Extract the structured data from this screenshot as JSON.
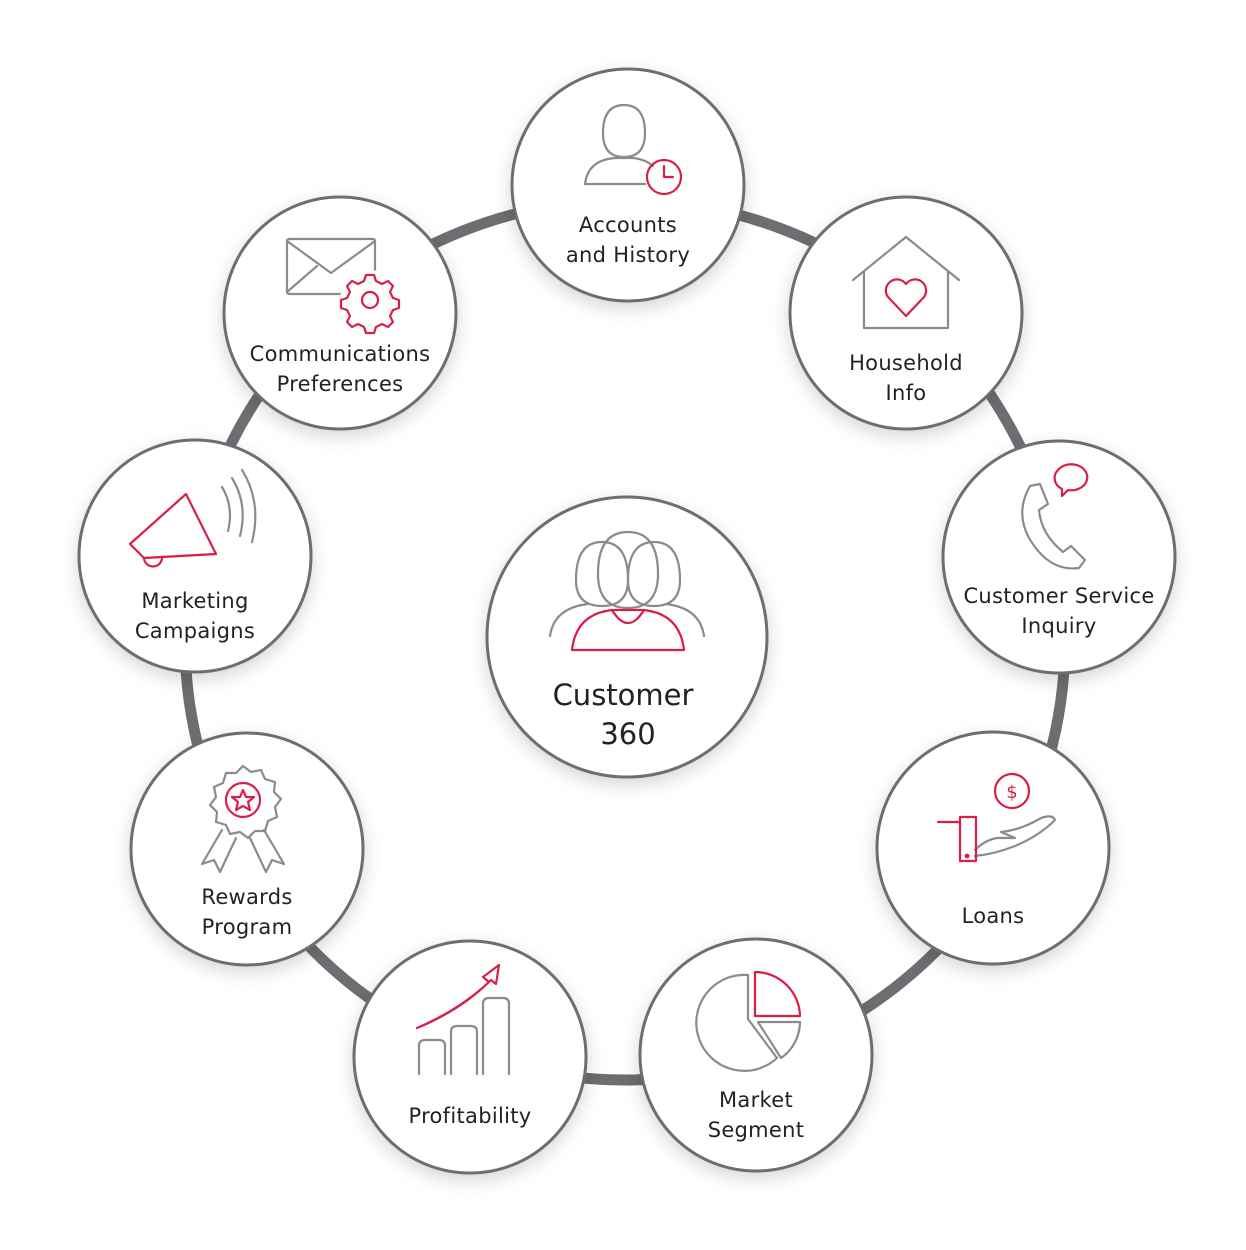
{
  "colors": {
    "ring": "#6d6e71",
    "icon_gray": "#8a8b8e",
    "icon_red": "#d91e48",
    "text": "#222222"
  },
  "center": {
    "line1": "Customer",
    "line2": "360",
    "icon": "customer-group-icon"
  },
  "nodes": {
    "accounts": {
      "line1": "Accounts",
      "line2": "and History",
      "icon": "user-clock-icon"
    },
    "household": {
      "line1": "Household",
      "line2": "Info",
      "icon": "house-heart-icon"
    },
    "service": {
      "line1": "Customer Service",
      "line2": "Inquiry",
      "icon": "phone-chat-icon"
    },
    "loans": {
      "line1": "Loans",
      "icon": "hand-dollar-icon"
    },
    "market": {
      "line1": "Market",
      "line2": "Segment",
      "icon": "pie-chart-icon"
    },
    "profit": {
      "line1": "Profitability",
      "icon": "growth-chart-icon"
    },
    "rewards": {
      "line1": "Rewards",
      "line2": "Program",
      "icon": "award-ribbon-icon"
    },
    "marketing": {
      "line1": "Marketing",
      "line2": "Campaigns",
      "icon": "megaphone-icon"
    },
    "comms": {
      "line1": "Communications",
      "line2": "Preferences",
      "icon": "mail-gear-icon"
    }
  }
}
